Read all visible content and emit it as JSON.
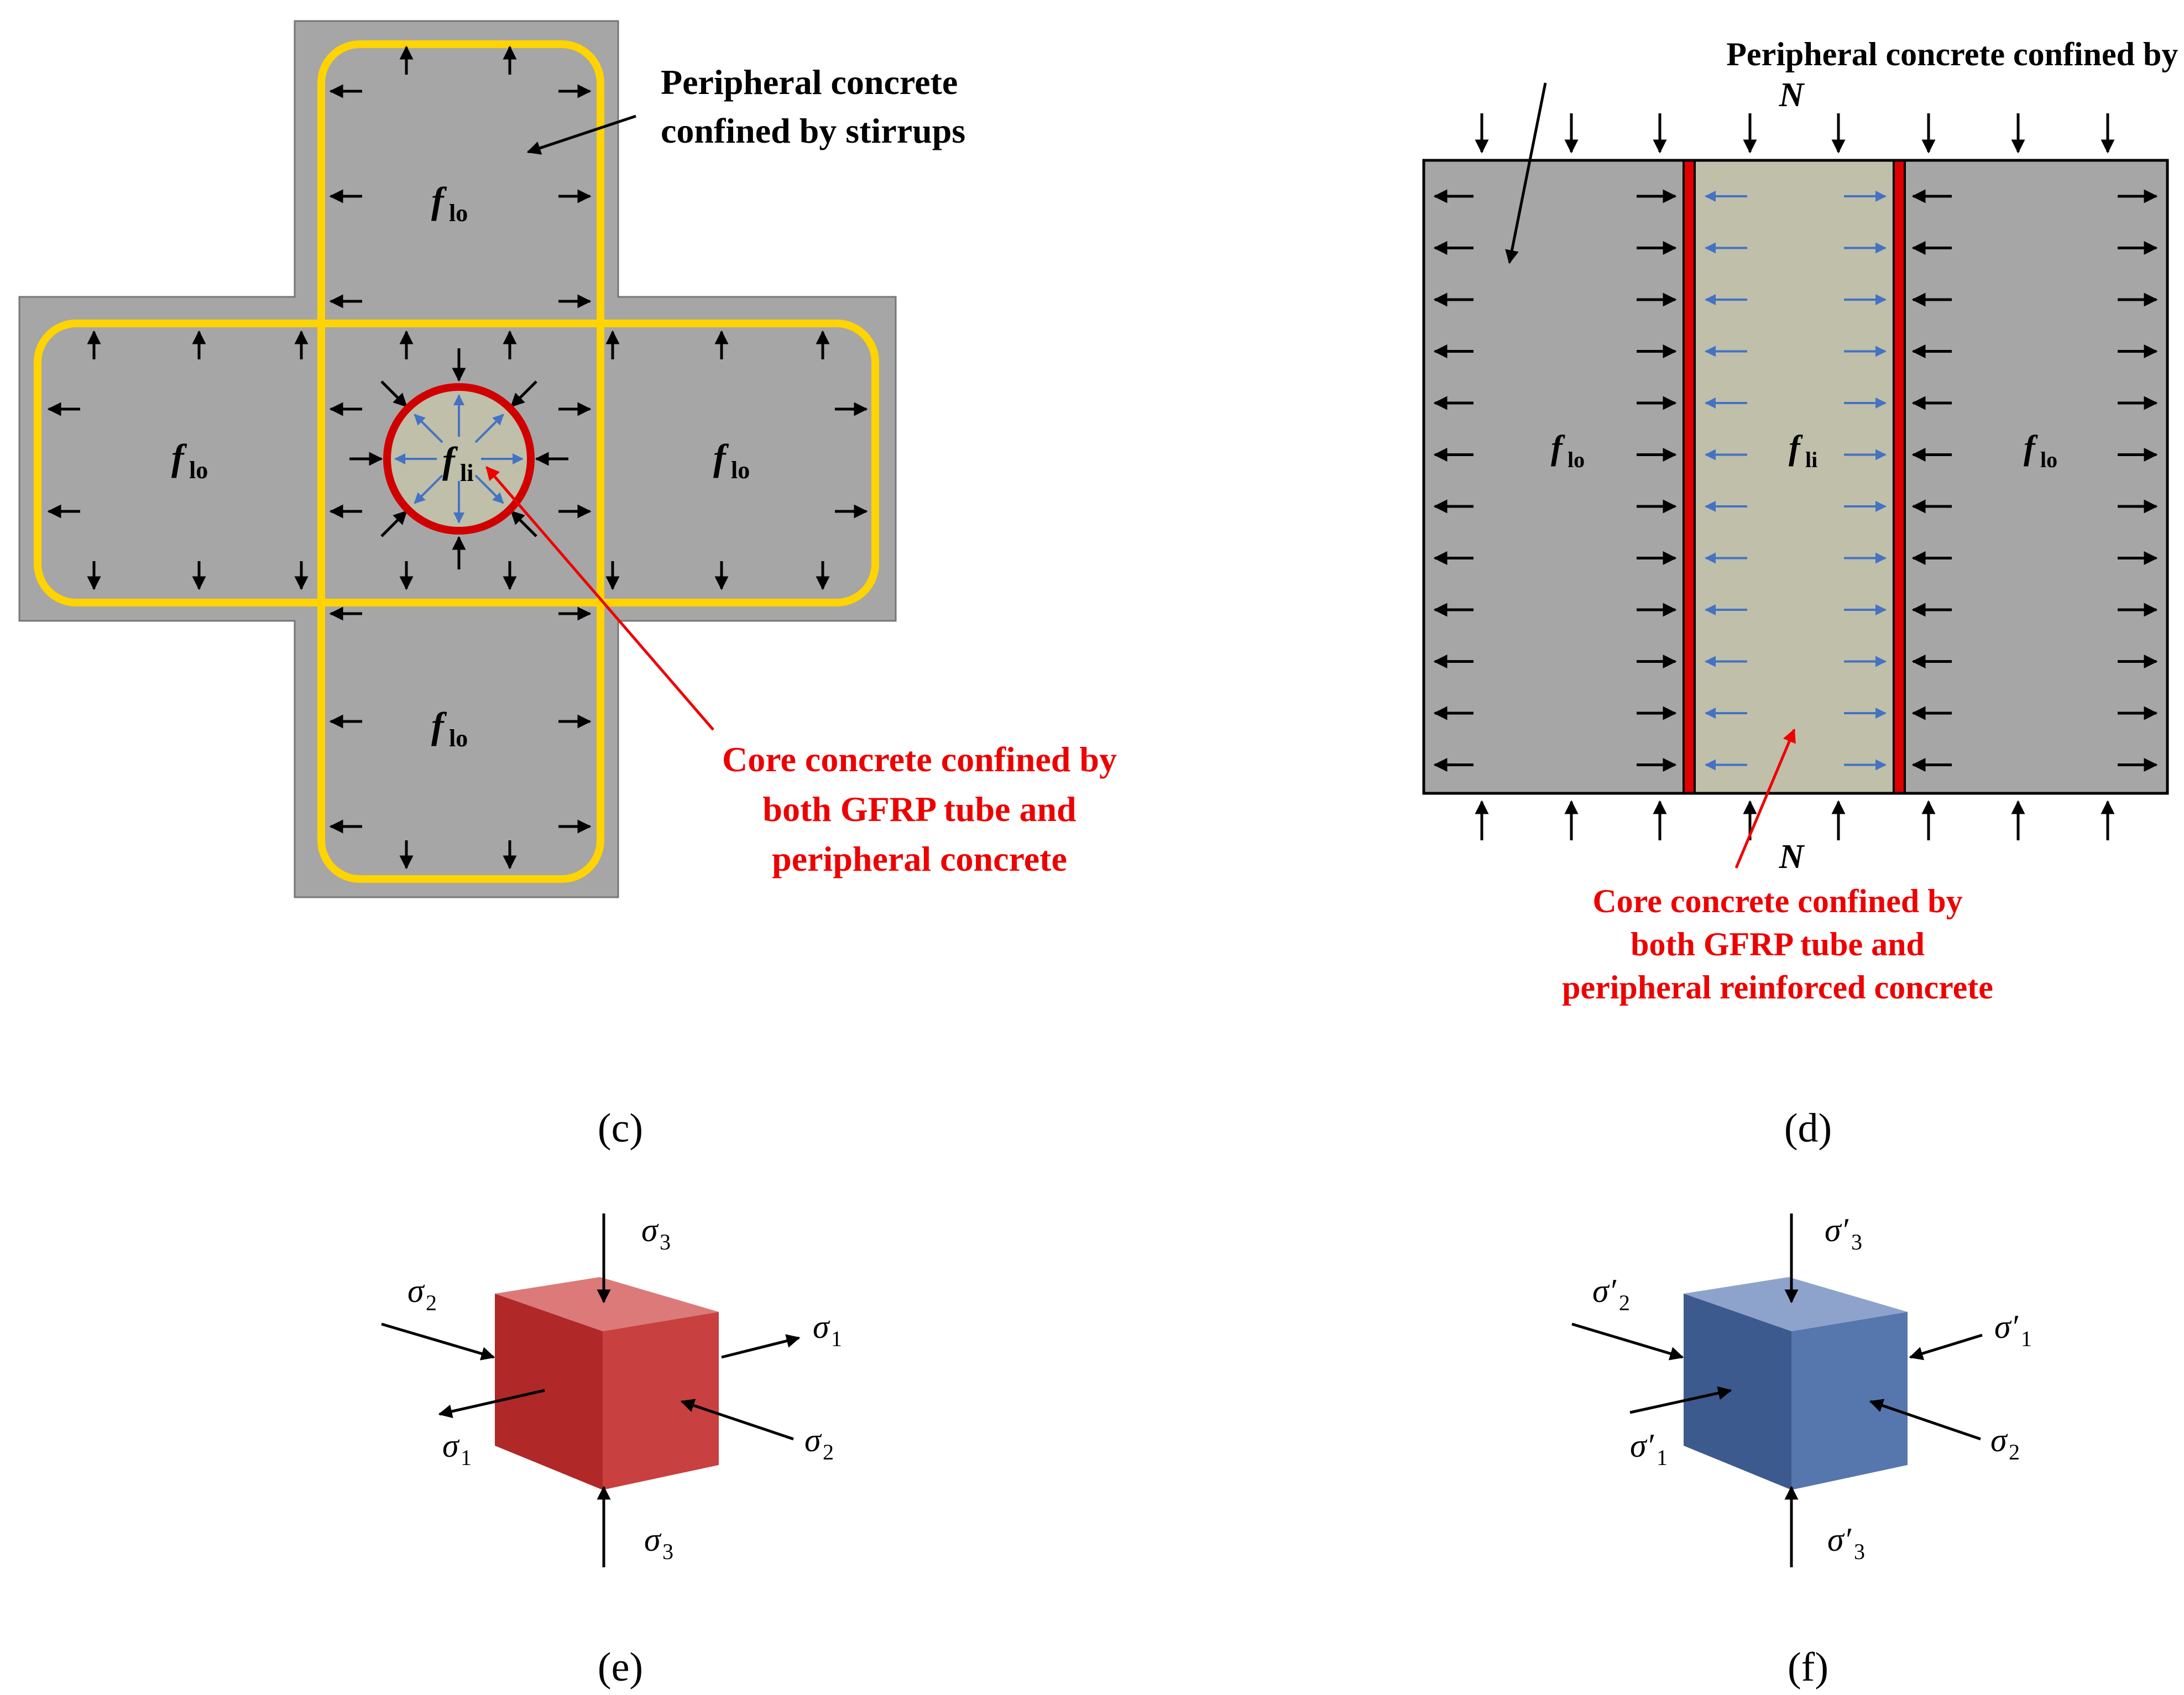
{
  "panel_c": {
    "label_peripheral": "Peripheral concrete",
    "label_peripheral_2": "confined by stirrups",
    "core_line1": "Core concrete confined by",
    "core_line2": "both GFRP tube and",
    "core_line3": "peripheral concrete",
    "f_symbol": "f",
    "lo_sub": "lo",
    "li_sub": "li",
    "caption": "(c)"
  },
  "panel_d": {
    "label_peripheral": "Peripheral concrete confined by stirrups",
    "axial_load": "N",
    "core_line1": "Core concrete confined by",
    "core_line2": "both GFRP tube and",
    "core_line3": "peripheral reinforced concrete",
    "f_symbol": "f",
    "lo_sub": "lo",
    "li_sub": "li",
    "caption": "(d)"
  },
  "panel_e": {
    "sigma": "σ",
    "sub1": "1",
    "sub2": "2",
    "sub3": "3",
    "caption": "(e)"
  },
  "panel_f": {
    "sigma_prime": "σ′",
    "sigma": "σ",
    "sub1": "1",
    "sub2": "2",
    "sub3": "3",
    "caption": "(f)"
  },
  "colors": {
    "concrete_gray": "#a6a6a6",
    "core_fill": "#bfbfaa",
    "stirrup_yellow": "#ffd400",
    "gfrp_red": "#e00000",
    "confinement_blue": "#4472c4",
    "cube_red": "#c93c3c",
    "cube_blue": "#4e6ea8"
  }
}
